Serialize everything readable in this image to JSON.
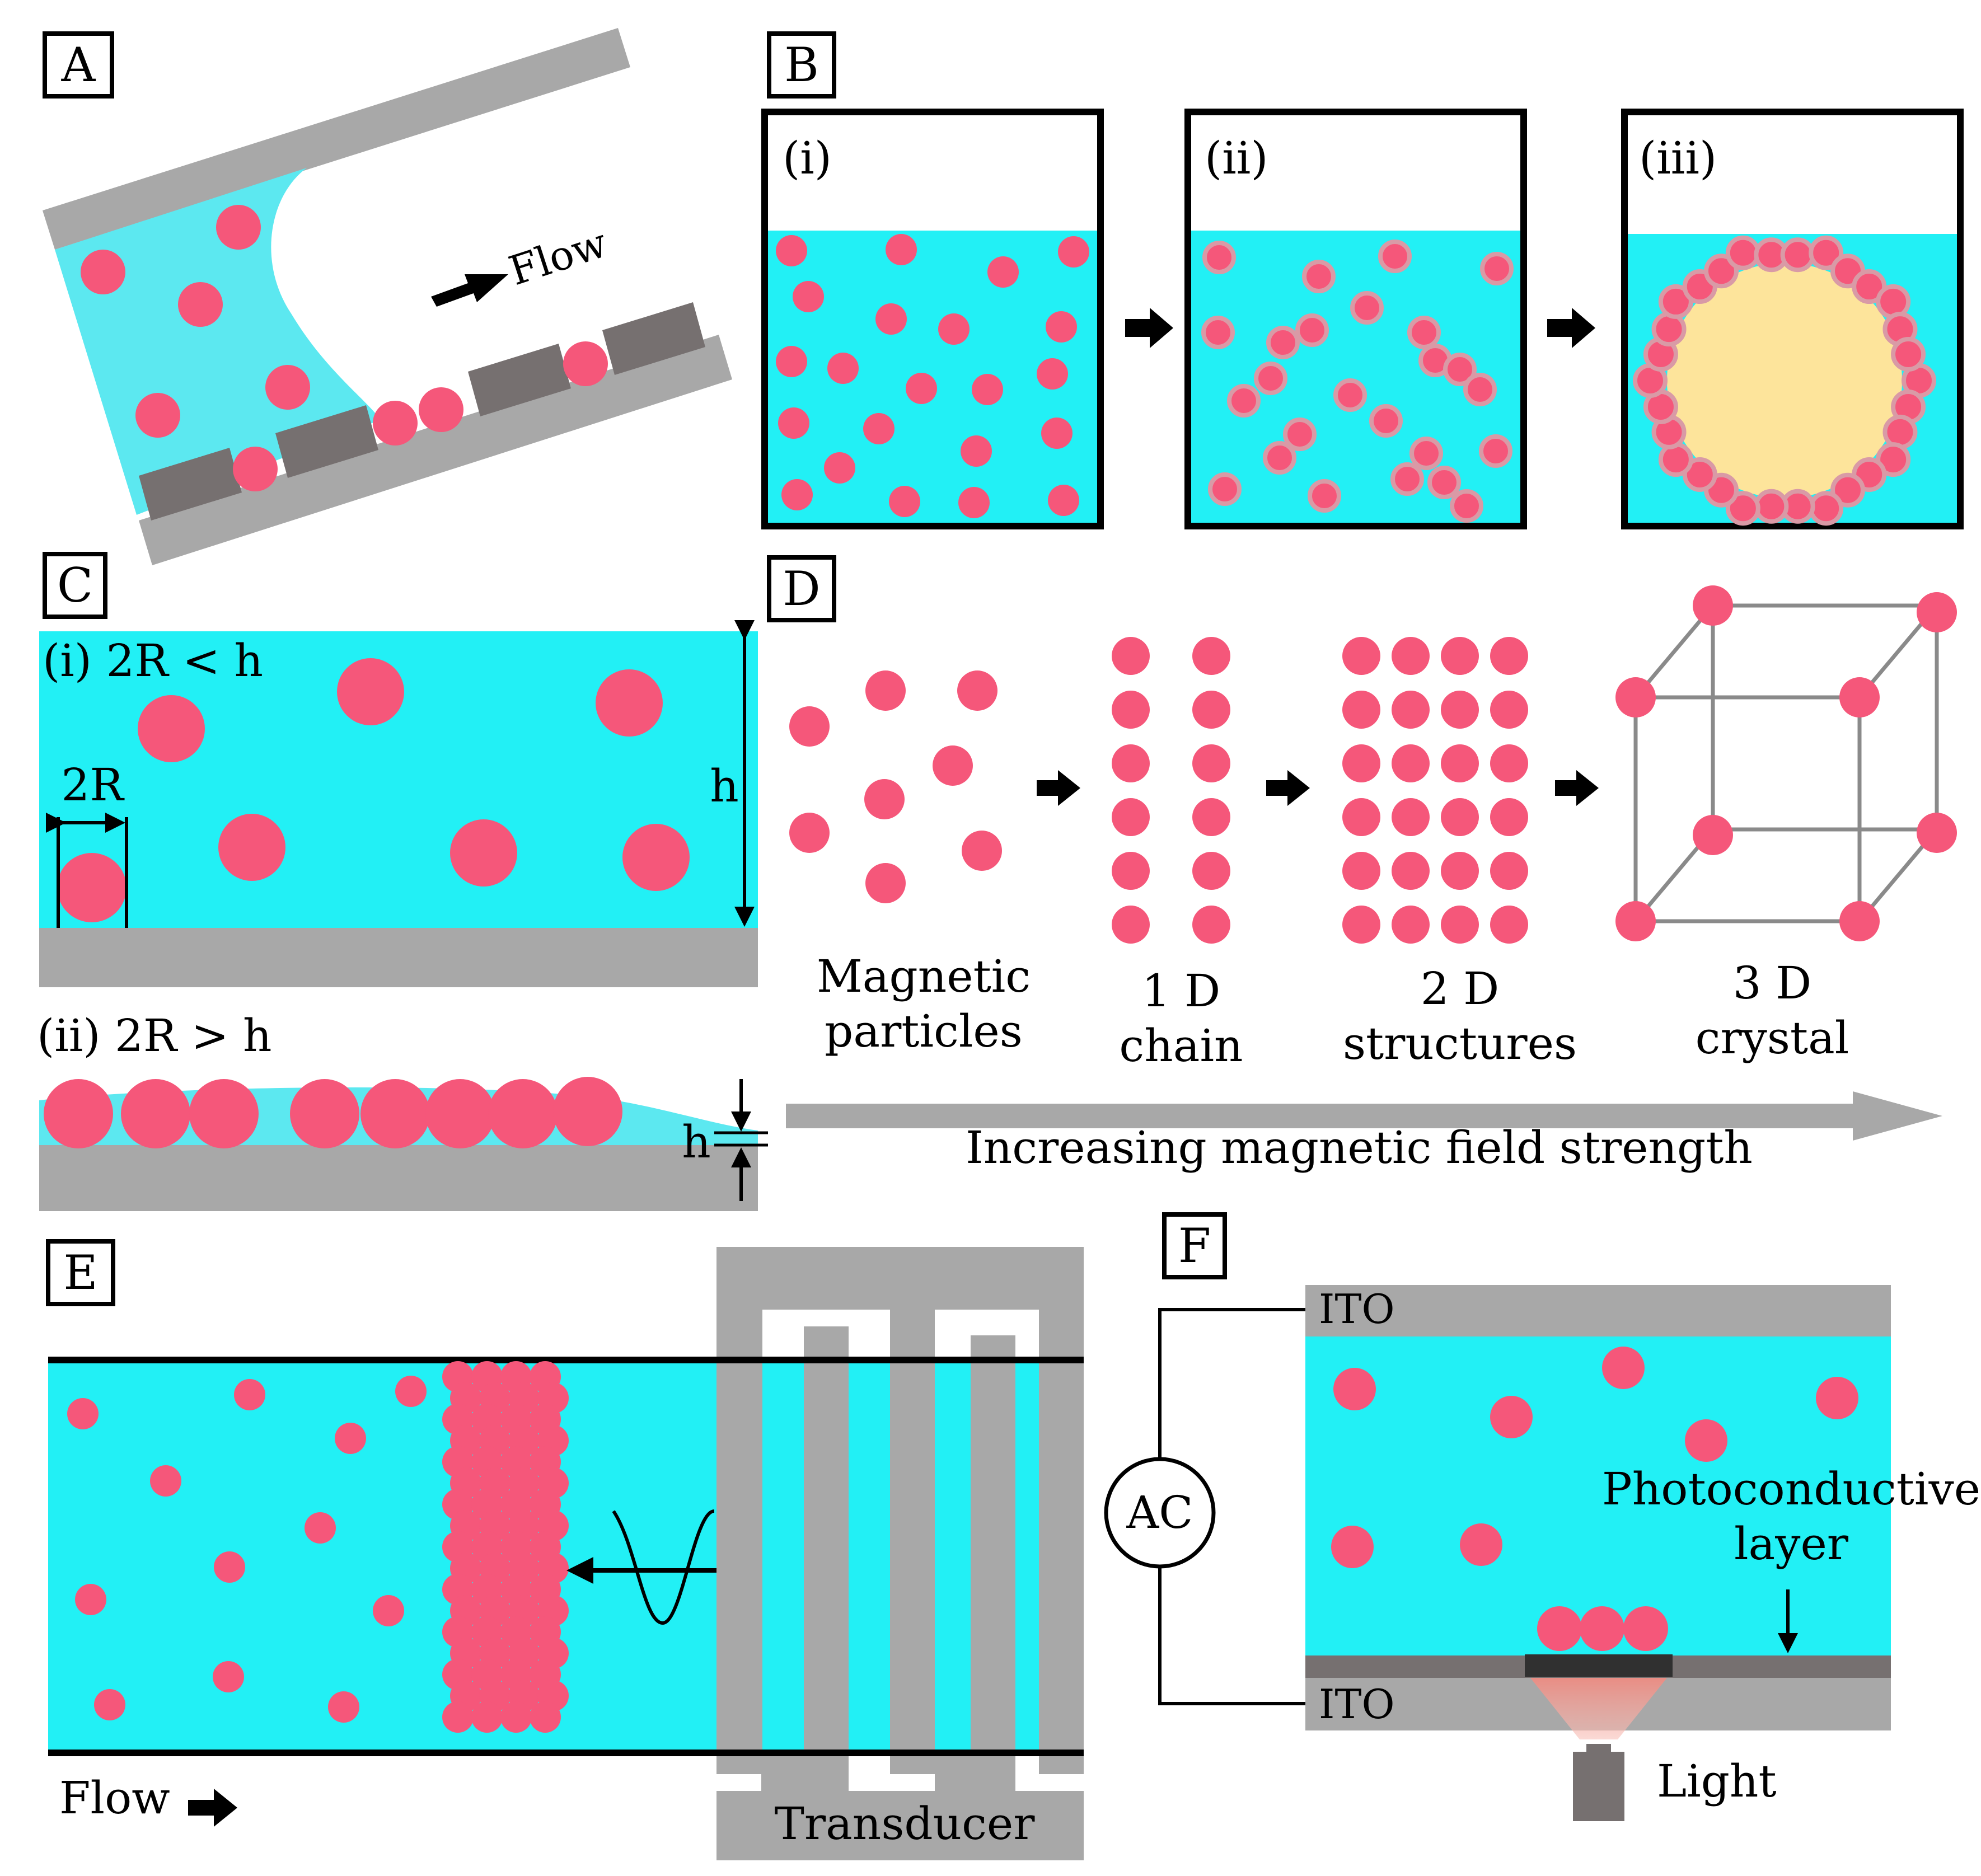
{
  "panels": {
    "A": {
      "label": "A",
      "flow": "Flow"
    },
    "B": {
      "label": "B",
      "steps": [
        "(i)",
        "(ii)",
        "(iii)"
      ]
    },
    "C": {
      "label": "C",
      "case1": "(i) 2R < h",
      "case2": "(ii) 2R > h",
      "diameter": "2R",
      "height": "h"
    },
    "D": {
      "label": "D",
      "captions": [
        [
          "Magnetic",
          "particles"
        ],
        [
          "1 D",
          "chain"
        ],
        [
          "2 D",
          "structures"
        ],
        [
          "3 D",
          "crystal"
        ]
      ],
      "axis": "Increasing magnetic field strength"
    },
    "E": {
      "label": "E",
      "flow": "Flow",
      "transducer": "Transducer"
    },
    "F": {
      "label": "F",
      "ito_top": "ITO",
      "ito_bottom": "ITO",
      "source": "AC",
      "photo1": "Photoconductive",
      "photo2": "layer",
      "light": "Light"
    }
  },
  "colors": {
    "fluid": "#22f0f5",
    "fluid_light": "#5ce8f0",
    "particle": "#f5577a",
    "substrate": "#a8a8a8",
    "electrode": "#767070",
    "droplet": "#fde49b",
    "border": "#000000"
  }
}
